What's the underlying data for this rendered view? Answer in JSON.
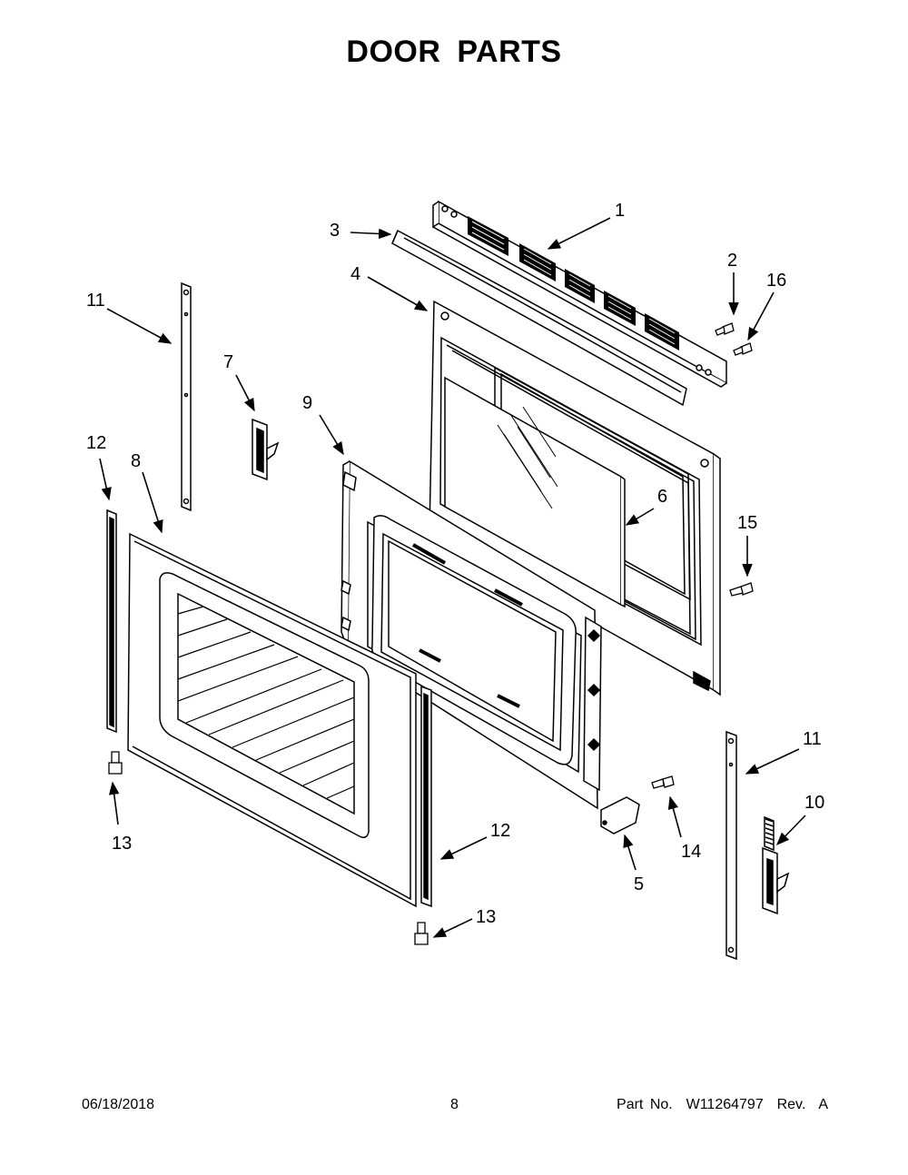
{
  "header": {
    "title": "DOOR PARTS"
  },
  "callouts": {
    "c1": "1",
    "c2": "2",
    "c3": "3",
    "c4": "4",
    "c5": "5",
    "c6": "6",
    "c7": "7",
    "c8": "8",
    "c9": "9",
    "c10": "10",
    "c11a": "11",
    "c11b": "11",
    "c12a": "12",
    "c12b": "12",
    "c13a": "13",
    "c13b": "13",
    "c14": "14",
    "c15": "15",
    "c16": "16"
  },
  "footer": {
    "date": "06/18/2018",
    "page": "8",
    "part": "Part No.  W11264797  Rev.  A"
  },
  "colors": {
    "line": "#000000",
    "background": "#ffffff"
  }
}
